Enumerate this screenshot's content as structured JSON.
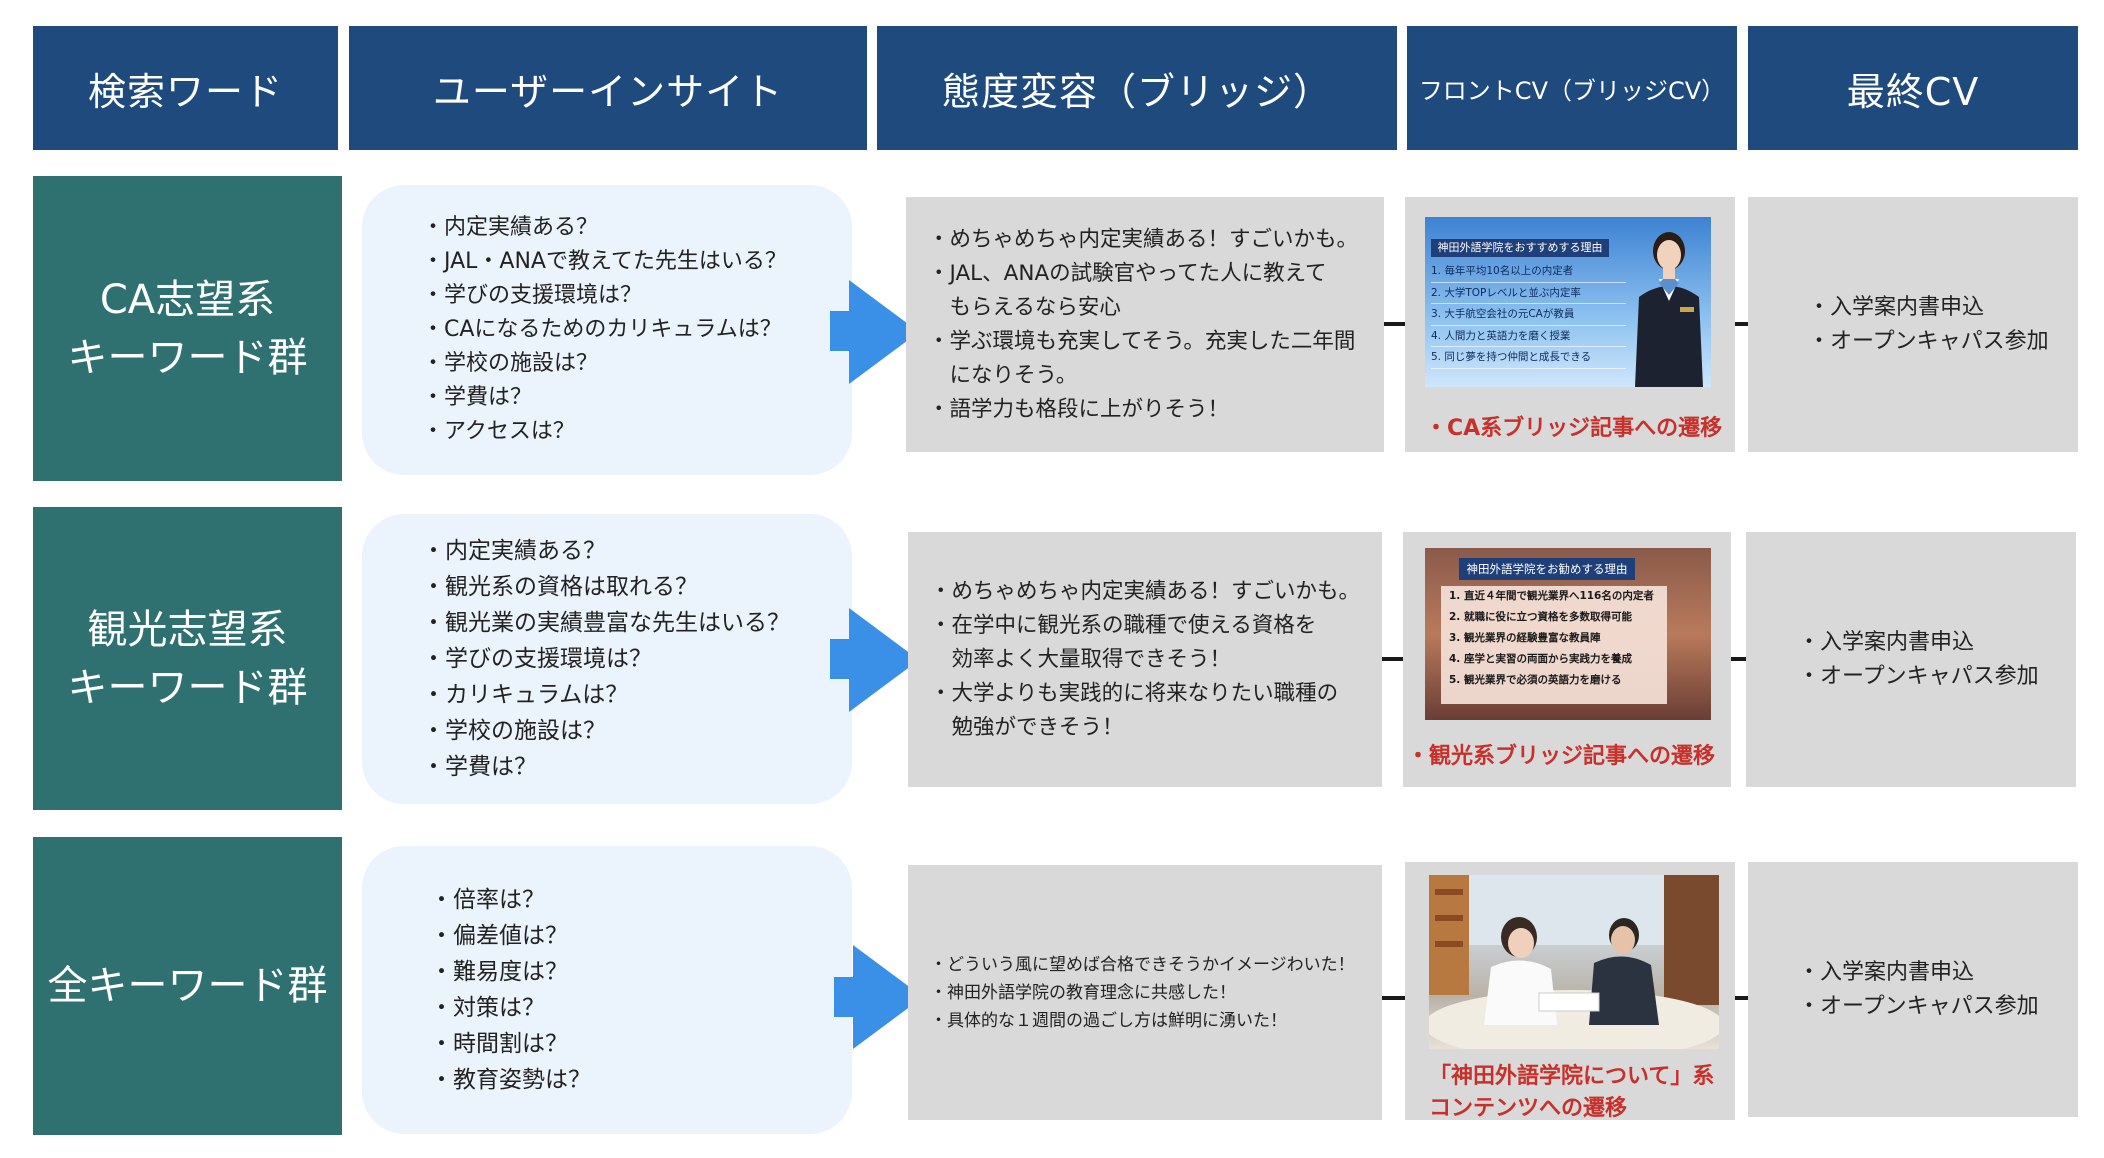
{
  "headers": [
    "検索ワード",
    "ユーザーインサイト",
    "態度変容（ブリッジ）",
    "フロントCV（ブリッジCV）",
    "最終CV"
  ],
  "rows": [
    {
      "keyword": [
        "CA志望系",
        "キーワード群"
      ],
      "insights": [
        "・内定実績ある？",
        "・JAL・ANAで教えてた先生はいる？",
        "・学びの支援環境は？",
        "・CAになるためのカリキュラムは？",
        "・学校の施設は？",
        "・学費は？",
        "・アクセスは？"
      ],
      "attitude": [
        "・めちゃめちゃ内定実績ある！すごいかも。",
        "・JAL、ANAの試験官やってた人に教えて",
        "　もらえるなら安心",
        "・学ぶ環境も充実してそう。充実した二年間",
        "　になりそう。",
        "・語学力も格段に上がりそう！"
      ],
      "front_thumb": {
        "banner": "神田外語学院をおすすめする理由",
        "items": [
          "1. 毎年平均10名以上の内定者",
          "2. 大学TOPレベルと並ぶ内定率",
          "3. 大手航空会社の元CAが教員",
          "4. 人間力と英語力を磨く授業",
          "5. 同じ夢を持つ仲間と成長できる"
        ]
      },
      "front_label": [
        "・CA系ブリッジ記事への遷移"
      ],
      "final": [
        "・入学案内書申込",
        "・オープンキャパス参加"
      ]
    },
    {
      "keyword": [
        "観光志望系",
        "キーワード群"
      ],
      "insights": [
        "・内定実績ある？",
        "・観光系の資格は取れる？",
        "・観光業の実績豊富な先生はいる？",
        "・学びの支援環境は？",
        "・カリキュラムは？",
        "・学校の施設は？",
        "・学費は？"
      ],
      "attitude": [
        "・めちゃめちゃ内定実績ある！すごいかも。",
        "・在学中に観光系の職種で使える資格を",
        "　効率よく大量取得できそう！",
        "・大学よりも実践的に将来なりたい職種の",
        "　勉強ができそう！"
      ],
      "front_thumb": {
        "banner": "神田外語学院をお勧めする理由",
        "items": [
          "1. 直近４年間で観光業界へ116名の内定者",
          "2. 就職に役に立つ資格を多数取得可能",
          "3. 観光業界の経験豊富な教員陣",
          "4. 座学と実習の両面から実践力を養成",
          "5. 観光業界で必須の英語力を磨ける"
        ]
      },
      "front_label": [
        "・観光系ブリッジ記事への遷移"
      ],
      "final": [
        "・入学案内書申込",
        "・オープンキャパス参加"
      ]
    },
    {
      "keyword": [
        "全キーワード群"
      ],
      "insights": [
        "・倍率は？",
        "・偏差値は？",
        "・難易度は？",
        "・対策は？",
        "・時間割は？",
        "・教育姿勢は？"
      ],
      "attitude": [
        "・どういう風に望めば合格できそうかイメージわいた！",
        "・神田外語学院の教育理念に共感した！",
        "・具体的な１週間の過ごし方は鮮明に湧いた！"
      ],
      "front_label": [
        "「神田外語学院について」系",
        "コンテンツへの遷移"
      ],
      "final": [
        "・入学案内書申込",
        "・オープンキャパス参加"
      ]
    }
  ],
  "colors": {
    "header_bg": "#1f4a7d",
    "keyword_bg": "#2f7170",
    "bubble_bg": "#ebf4fd",
    "arrow": "#3a8fe6",
    "box_bg": "#d9d9d9",
    "accent_red": "#c8312b"
  }
}
